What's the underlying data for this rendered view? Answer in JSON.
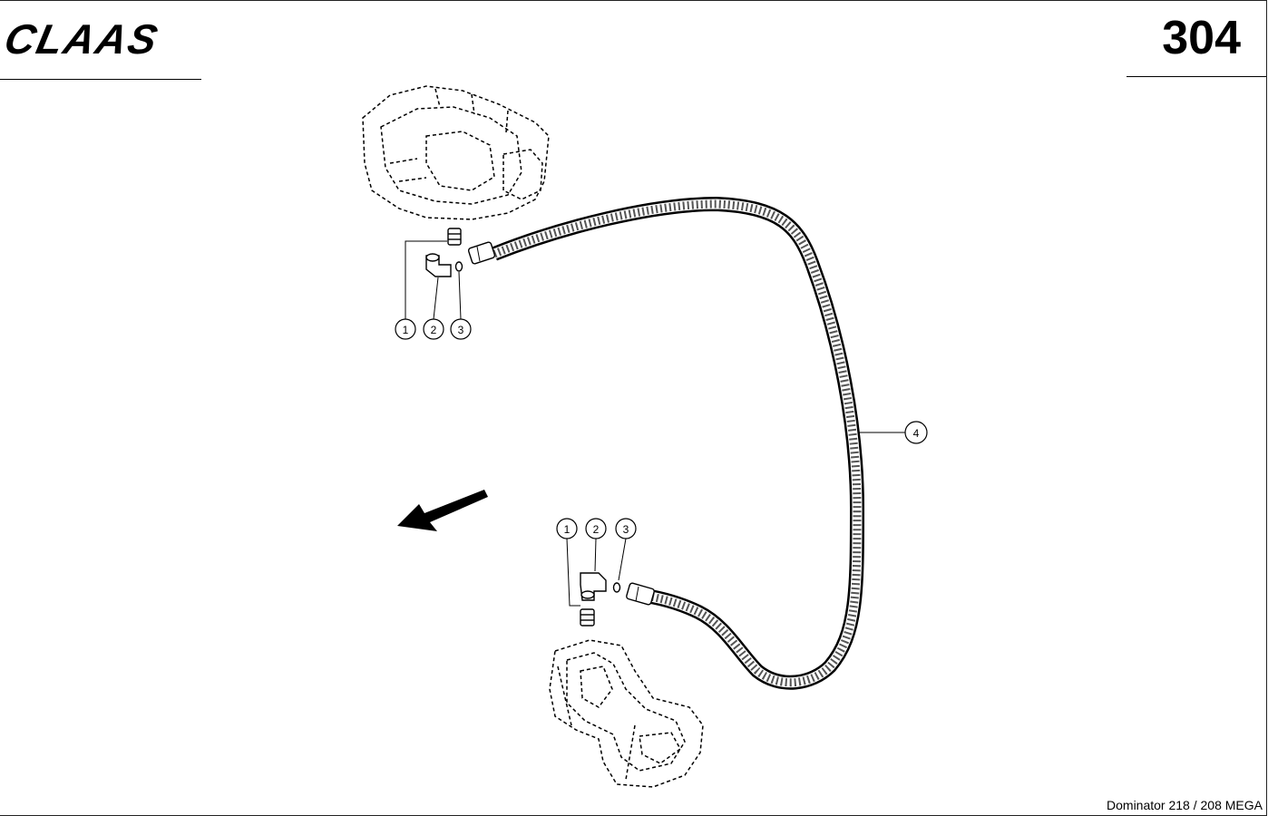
{
  "header": {
    "logo_text": "CLAAS",
    "page_number": "304"
  },
  "footer": {
    "model_label": "Dominator 218 / 208 MEGA"
  },
  "callouts": {
    "top_1": "1",
    "top_2": "2",
    "top_3": "3",
    "hose_4": "4",
    "bottom_1": "1",
    "bottom_2": "2",
    "bottom_3": "3"
  },
  "colors": {
    "ink": "#000000",
    "paper": "#ffffff"
  },
  "icons": {
    "direction": "arrow-direction-icon"
  }
}
